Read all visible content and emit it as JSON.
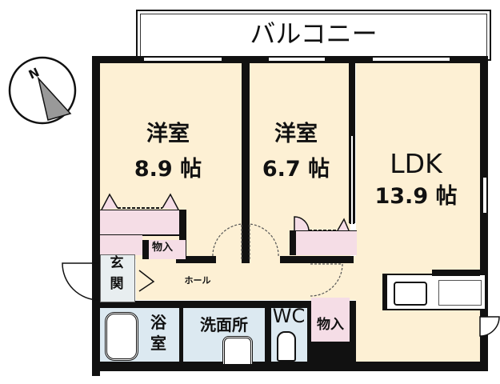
{
  "plan": {
    "balcony": {
      "label": "バルコニー"
    },
    "rooms": [
      {
        "id": "western-room-1",
        "name": "洋室",
        "size": "8.9 帖"
      },
      {
        "id": "western-room-2",
        "name": "洋室",
        "size": "6.7 帖"
      },
      {
        "id": "ldk",
        "name": "LDK",
        "size": "13.9 帖"
      }
    ],
    "entrance": {
      "label_top": "玄",
      "label_bottom": "関"
    },
    "hall": {
      "label": "ホール"
    },
    "storage_1": {
      "label": "物入"
    },
    "storage_2": {
      "label": "物入"
    },
    "bathroom": {
      "label_top": "浴",
      "label_bottom": "室"
    },
    "washroom": {
      "label": "洗面所"
    },
    "toilet": {
      "label": "WC"
    },
    "compass": {
      "direction": "N"
    }
  },
  "colors": {
    "room_floor": "#fdf0d4",
    "wet_area": "#dce9f1",
    "storage": "#f5dde6",
    "wall": "#111111"
  }
}
